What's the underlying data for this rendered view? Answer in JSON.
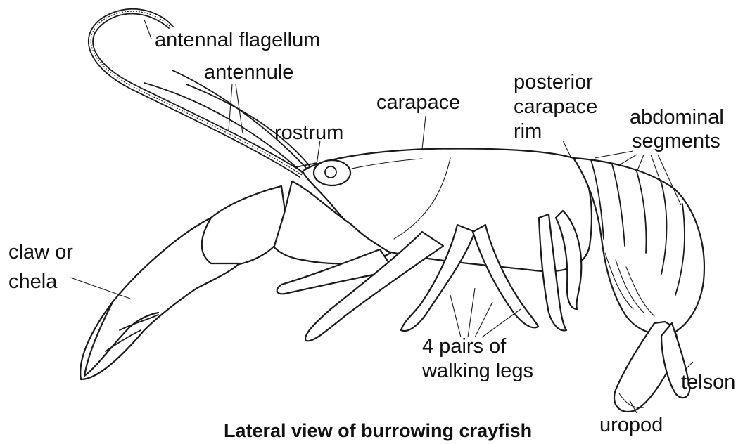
{
  "caption": "Lateral view of burrowing crayfish",
  "labels": {
    "antennal_flagellum": "antennal flagellum",
    "antennule": "antennule",
    "carapace": "carapace",
    "rostrum": "rostrum",
    "posterior_carapace_rim_1": "posterior",
    "posterior_carapace_rim_2": "carapace",
    "posterior_carapace_rim_3": "rim",
    "abdominal_segments_1": "abdominal",
    "abdominal_segments_2": "segments",
    "claw_1": "claw or",
    "claw_2": "chela",
    "walking_legs_1": "4 pairs of",
    "walking_legs_2": "walking legs",
    "telson": "telson",
    "uropod": "uropod"
  }
}
